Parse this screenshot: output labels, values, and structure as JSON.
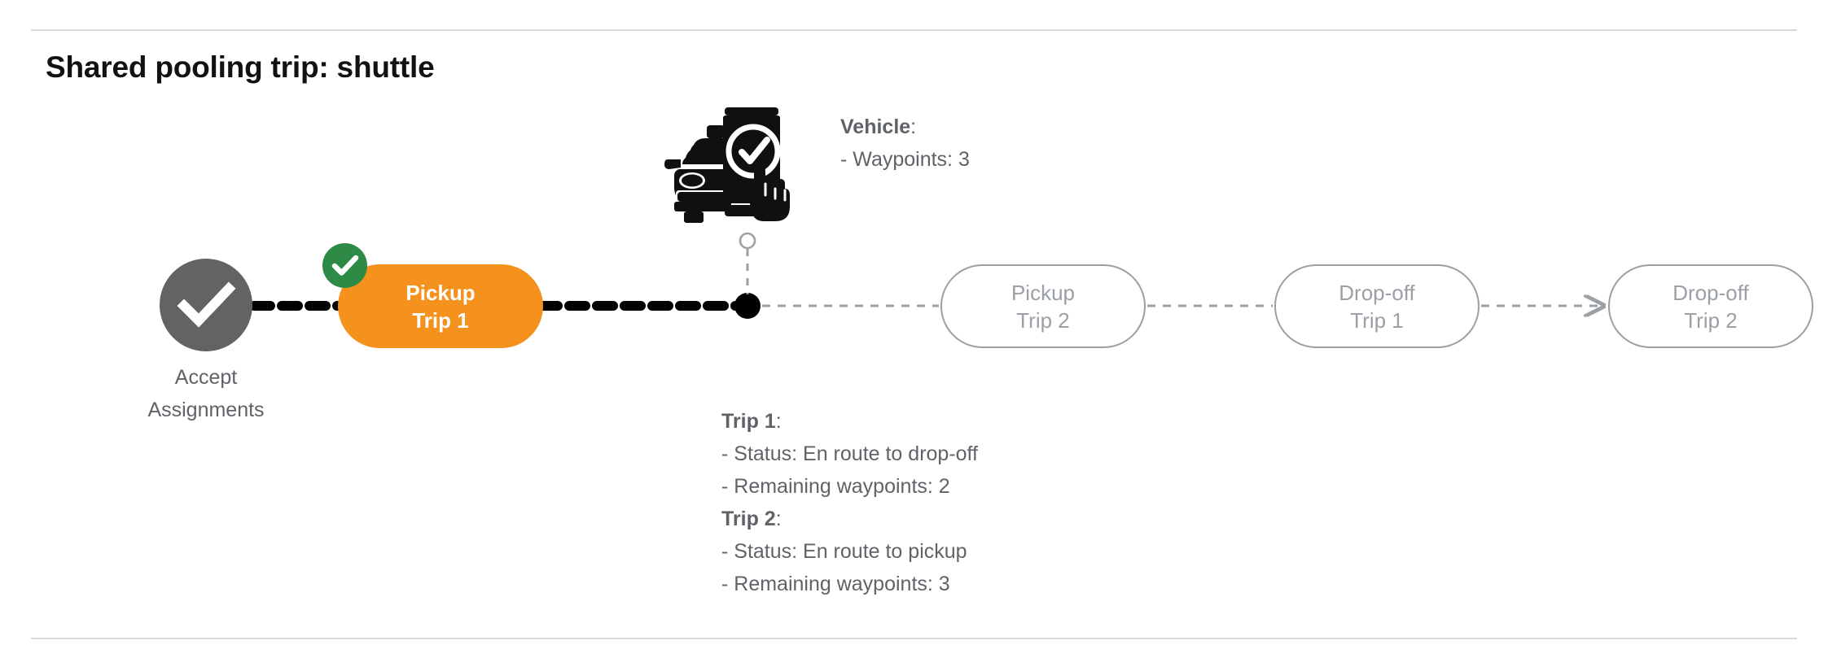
{
  "page": {
    "title": "Shared pooling trip: shuttle",
    "background": "#ffffff"
  },
  "colors": {
    "active_pill": "#f5921e",
    "pending_pill_border": "#9aa0a6",
    "pending_pill_text": "#9aa0a6",
    "accept_node": "#636363",
    "complete_badge": "#2e8b46",
    "annotation_text": "#5f6368",
    "title_text": "#121212",
    "divider": "#d9d9d9",
    "traveled_path": "#000000",
    "remaining_path": "#9aa0a6"
  },
  "flow": {
    "start_node": {
      "icon": "check-circle-icon",
      "label_line_1": "Accept",
      "label_line_2": "Assignments",
      "state": "completed"
    },
    "nodes": [
      {
        "id": "pickup-trip-1",
        "line_1": "Pickup",
        "line_2": "Trip 1",
        "state": "completed"
      },
      {
        "id": "pickup-trip-2",
        "line_1": "Pickup",
        "line_2": "Trip 2",
        "state": "pending"
      },
      {
        "id": "dropoff-trip-1",
        "line_1": "Drop-off",
        "line_2": "Trip 1",
        "state": "pending"
      },
      {
        "id": "dropoff-trip-2",
        "line_1": "Drop-off",
        "line_2": "Trip 2",
        "state": "pending"
      }
    ],
    "completed_badge_icon": "check-badge-icon",
    "vehicle_marker_icon": "vehicle-position-dot"
  },
  "vehicle": {
    "icon": "car-phone-check-icon",
    "heading": "Vehicle",
    "heading_colon": ":",
    "waypoints_label": "- Waypoints: 3"
  },
  "trips": [
    {
      "heading": "Trip 1",
      "heading_colon": ":",
      "status_label": "- Status:  En route to drop-off",
      "remaining_label": "- Remaining waypoints: 2"
    },
    {
      "heading": "Trip 2",
      "heading_colon": ":",
      "status_label": "- Status:  En route to pickup",
      "remaining_label": "- Remaining waypoints: 3"
    }
  ]
}
